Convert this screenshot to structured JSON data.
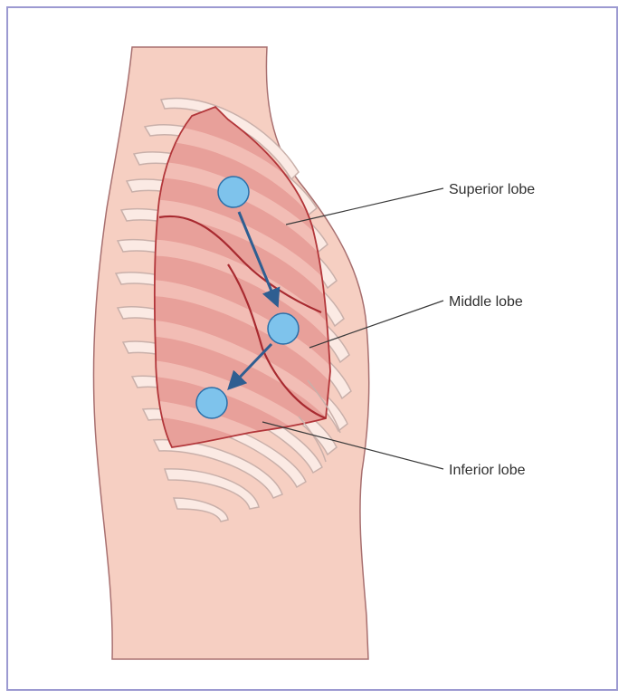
{
  "labels": {
    "superior": "Superior lobe",
    "middle": "Middle lobe",
    "inferior": "Inferior lobe"
  },
  "colors": {
    "skin": "#f6cfc2",
    "skin_outline": "#a87070",
    "rib_fill": "#fbeae4",
    "rib_outline": "#c9b0aa",
    "lung_fill": "#e8a09a",
    "lung_stripe": "#f3c0b8",
    "lung_outline": "#b2363a",
    "fissure": "#a82a30",
    "marker_fill": "#7ec3ec",
    "marker_outline": "#2a6fa8",
    "arrow": "#2f5e91",
    "border": "#9c9ad1",
    "leader_line": "#3a3a3a"
  }
}
